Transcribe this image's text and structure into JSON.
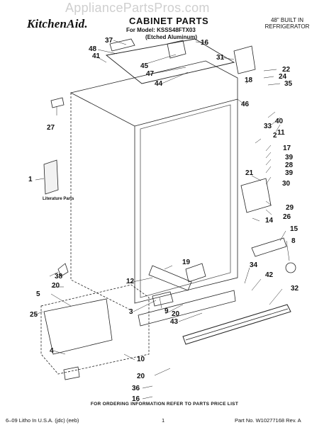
{
  "watermark": "AppliancePartsPros.com",
  "header": {
    "brand": "KitchenAid.",
    "title": "CABINET PARTS",
    "model_line": "For Model: KSSS48FTX03",
    "model_variant": "(Etched Aluminum)",
    "product_line1": "48\" BUILT IN",
    "product_line2": "REFRIGERATOR"
  },
  "diagram": {
    "literature_label": "Literature Parts"
  },
  "callouts": [
    "37",
    "48",
    "41",
    "45",
    "47",
    "16",
    "31",
    "22",
    "24",
    "35",
    "18",
    "44",
    "46",
    "2",
    "27",
    "33",
    "40",
    "11",
    "17",
    "39",
    "28",
    "39",
    "30",
    "21",
    "1",
    "29",
    "26",
    "14",
    "15",
    "8",
    "19",
    "12",
    "38",
    "20",
    "3",
    "9",
    "20",
    "34",
    "42",
    "32",
    "5",
    "25",
    "43",
    "4",
    "10",
    "20",
    "36",
    "16"
  ],
  "footer": {
    "ordering_info": "FOR ORDERING INFORMATION REFER TO PARTS PRICE LIST",
    "litho": "6–09 Litho In U.S.A. (jdc) (eeb)",
    "page_number": "1",
    "part_number": "Part No. W10277168 Rev. A"
  }
}
